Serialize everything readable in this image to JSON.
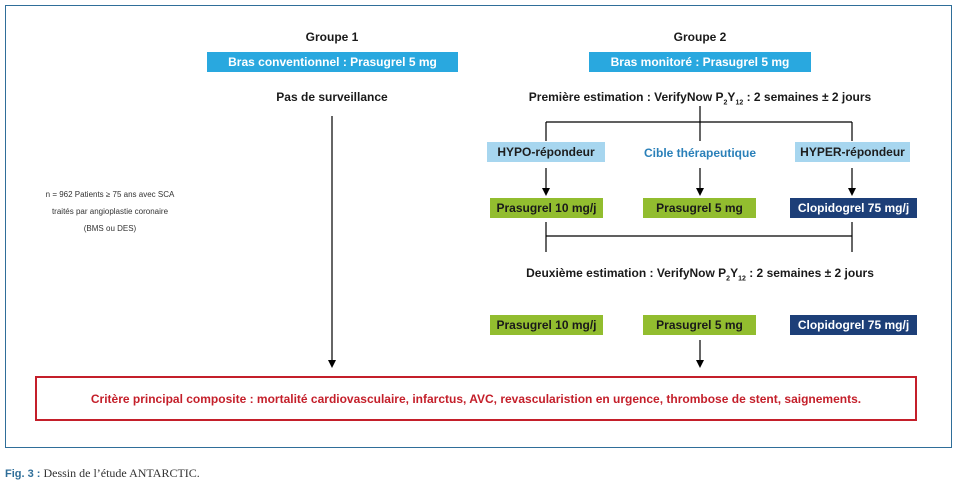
{
  "groups": [
    {
      "title": "Groupe 1",
      "arm": "Bras conventionnel : Prasugrel 5 mg",
      "surveillance": "Pas de surveillance"
    },
    {
      "title": "Groupe 2",
      "arm": "Bras monitoré : Prasugrel 5 mg"
    }
  ],
  "estimations": {
    "first": {
      "prefix": "Première estimation : VerifyNow P",
      "sub1": "2",
      "mid": "Y",
      "sub2": "12",
      "suffix": " : 2 semaines ± 2 jours"
    },
    "second": {
      "prefix": "Deuxième estimation : VerifyNow P",
      "sub1": "2",
      "mid": "Y",
      "sub2": "12",
      "suffix": " : 2 semaines ± 2 jours"
    }
  },
  "responders": {
    "hypo": "HYPO-répondeur",
    "target": "Cible thérapeutique",
    "hyper": "HYPER-répondeur"
  },
  "doses_round1": [
    "Prasugrel 10 mg/j",
    "Prasugrel 5 mg",
    "Clopidogrel 75 mg/j"
  ],
  "doses_round2": [
    "Prasugrel 10 mg/j",
    "Prasugrel 5 mg",
    "Clopidogrel 75 mg/j"
  ],
  "population": {
    "line1": "n = 962 Patients ≥ 75 ans avec SCA",
    "line2": "traités par angioplastie coronaire",
    "line3": "(BMS ou DES)"
  },
  "outcome": "Critère principal composite : mortalité cardiovasculaire, infarctus, AVC, revascularistion en urgence, thrombose de stent, saignements.",
  "caption": {
    "label": "Fig. 3 :",
    "text": " Dessin de l’étude ANTARCTIC."
  },
  "colors": {
    "banner": "#29a8df",
    "responder": "#a7d6ef",
    "green": "#92bd2f",
    "navy": "#1d3f78",
    "outcome": "#c41f2a",
    "frame": "#2f6e99"
  }
}
